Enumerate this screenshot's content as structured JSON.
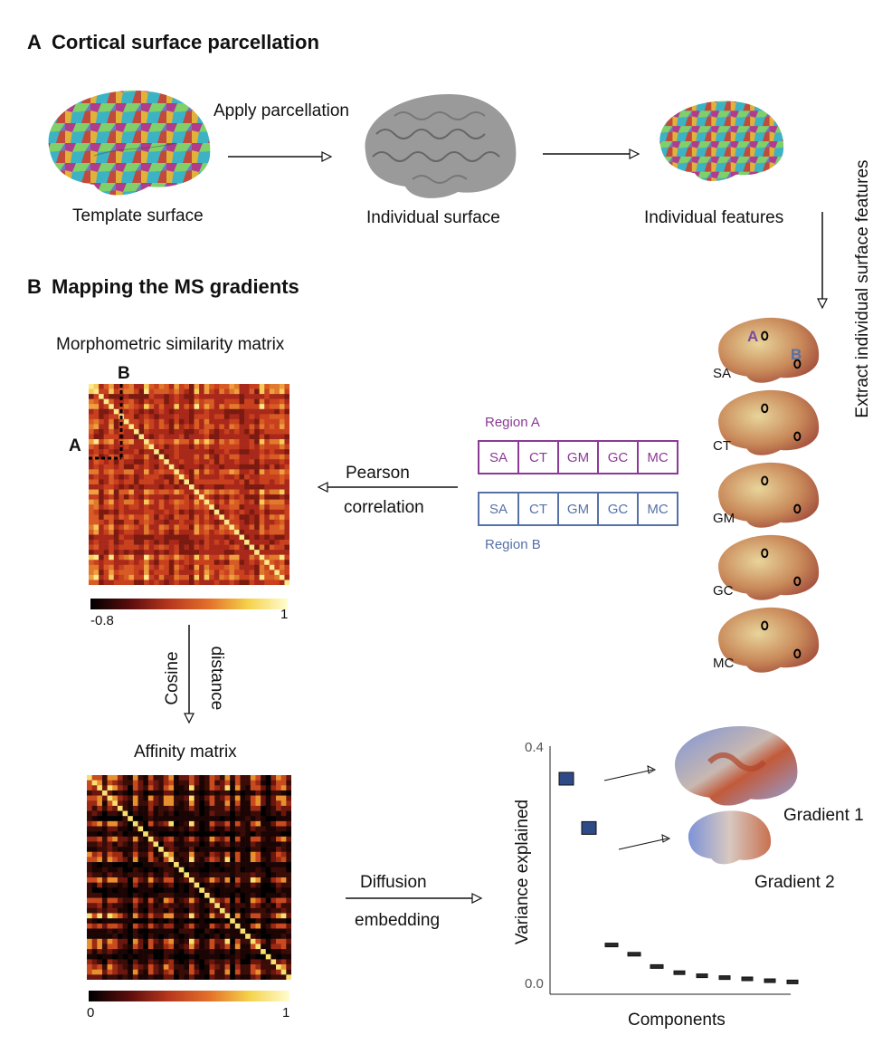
{
  "section_a": {
    "letter": "A",
    "title": "Cortical surface parcellation"
  },
  "section_b": {
    "letter": "B",
    "title": "Mapping the MS gradients"
  },
  "pipeline_a": {
    "template_label": "Template surface",
    "individual_label": "Individual surface",
    "features_label": "Individual features",
    "apply_label": "Apply parcellation",
    "extract_label": "Extract individual surface features"
  },
  "feature_brains": [
    "SA",
    "CT",
    "GM",
    "GC",
    "MC"
  ],
  "brain_markers": {
    "a": "A",
    "b": "B"
  },
  "ms_matrix": {
    "title": "Morphometric similarity matrix",
    "corner_a": "A",
    "corner_b": "B",
    "cbar_min": "-0.8",
    "cbar_max": "1"
  },
  "regions": {
    "a_label": "Region A",
    "b_label": "Region B",
    "features": [
      "SA",
      "CT",
      "GM",
      "GC",
      "MC"
    ]
  },
  "pearson": {
    "line1": "Pearson",
    "line2": "correlation"
  },
  "cosine": {
    "line1": "Cosine",
    "line2": "distance"
  },
  "affinity": {
    "title": "Affinity matrix",
    "cbar_min": "0",
    "cbar_max": "1"
  },
  "diffusion": {
    "line1": "Diffusion",
    "line2": "embedding"
  },
  "colors": {
    "purple": "#8b3a96",
    "blue": "#5571a8",
    "box_fill": "#2e4a87"
  },
  "chart_data": {
    "type": "scatter",
    "xlabel": "Components",
    "ylabel": "Variance explained",
    "yticks": [
      "0.4",
      "0.0"
    ],
    "ylim": [
      0,
      0.4
    ],
    "x": [
      1,
      2,
      3,
      4,
      5,
      6,
      7,
      8,
      9,
      10,
      11
    ],
    "values": [
      0.35,
      0.27,
      0.08,
      0.065,
      0.045,
      0.035,
      0.03,
      0.027,
      0.025,
      0.022,
      0.02
    ],
    "annotations": [
      "Gradient 1",
      "Gradient 2"
    ]
  }
}
